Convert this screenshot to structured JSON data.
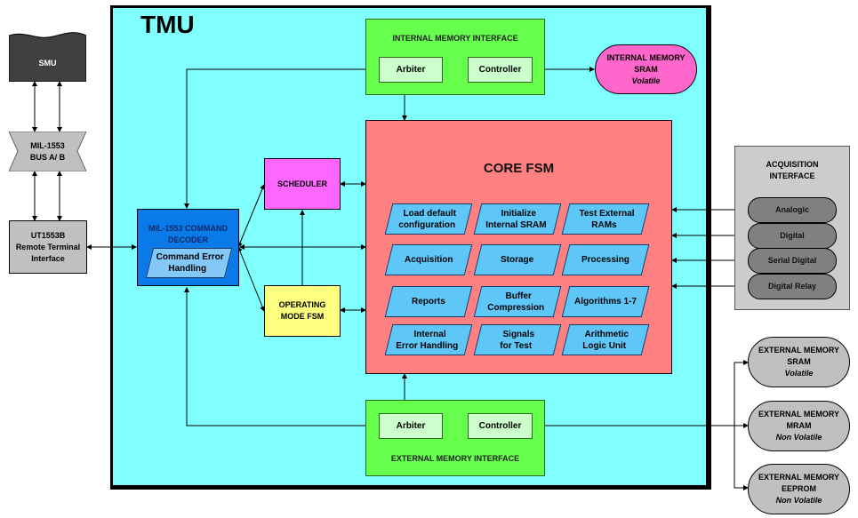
{
  "tmu": {
    "title": "TMU"
  },
  "smu": {
    "label": "SMU"
  },
  "bus": {
    "line1": "MIL-1553",
    "line2": "BUS A/ B"
  },
  "rti": {
    "line1": "UT1553B",
    "line2": "Remote Terminal",
    "line3": "Interface"
  },
  "decoder": {
    "line1": "MIL-1553 COMMAND",
    "line2": "DECODER",
    "sub_line1": "Command Error",
    "sub_line2": "Handling"
  },
  "scheduler": {
    "label": "SCHEDULER"
  },
  "op_mode": {
    "line1": "OPERATING",
    "line2": "MODE FSM"
  },
  "internal_mem_if": {
    "title": "INTERNAL MEMORY INTERFACE",
    "arbiter": "Arbiter",
    "controller": "Controller"
  },
  "external_mem_if": {
    "title": "EXTERNAL MEMORY INTERFACE",
    "arbiter": "Arbiter",
    "controller": "Controller"
  },
  "internal_sram": {
    "line1": "INTERNAL MEMORY",
    "line2": "SRAM",
    "line3": "Volatile"
  },
  "core_fsm": {
    "title": "CORE FSM",
    "tasks": [
      {
        "line1": "Load default",
        "line2": "configuration"
      },
      {
        "line1": "Initialize",
        "line2": "Internal SRAM"
      },
      {
        "line1": "Test External",
        "line2": "RAMs"
      },
      {
        "line1": "Acquisition",
        "line2": ""
      },
      {
        "line1": "Storage",
        "line2": ""
      },
      {
        "line1": "Processing",
        "line2": ""
      },
      {
        "line1": "Reports",
        "line2": ""
      },
      {
        "line1": "Buffer",
        "line2": "Compression"
      },
      {
        "line1": "Algorithms 1-7",
        "line2": ""
      },
      {
        "line1": "Internal",
        "line2": "Error Handling"
      },
      {
        "line1": "Signals",
        "line2": "for Test"
      },
      {
        "line1": "Arithmetic",
        "line2": "Logic Unit"
      }
    ]
  },
  "acquisition_if": {
    "title_line1": "ACQUISITION",
    "title_line2": "INTERFACE",
    "channels": [
      "Analogic",
      "Digital",
      "Serial Digital",
      "Digital Relay"
    ]
  },
  "external_memories": [
    {
      "line1": "EXTERNAL MEMORY",
      "line2": "SRAM",
      "line3": "Volatile"
    },
    {
      "line1": "EXTERNAL MEMORY",
      "line2": "MRAM",
      "line3": "Non Volatile"
    },
    {
      "line1": "EXTERNAL MEMORY",
      "line2": "EEPROM",
      "line3": "Non Volatile"
    }
  ]
}
